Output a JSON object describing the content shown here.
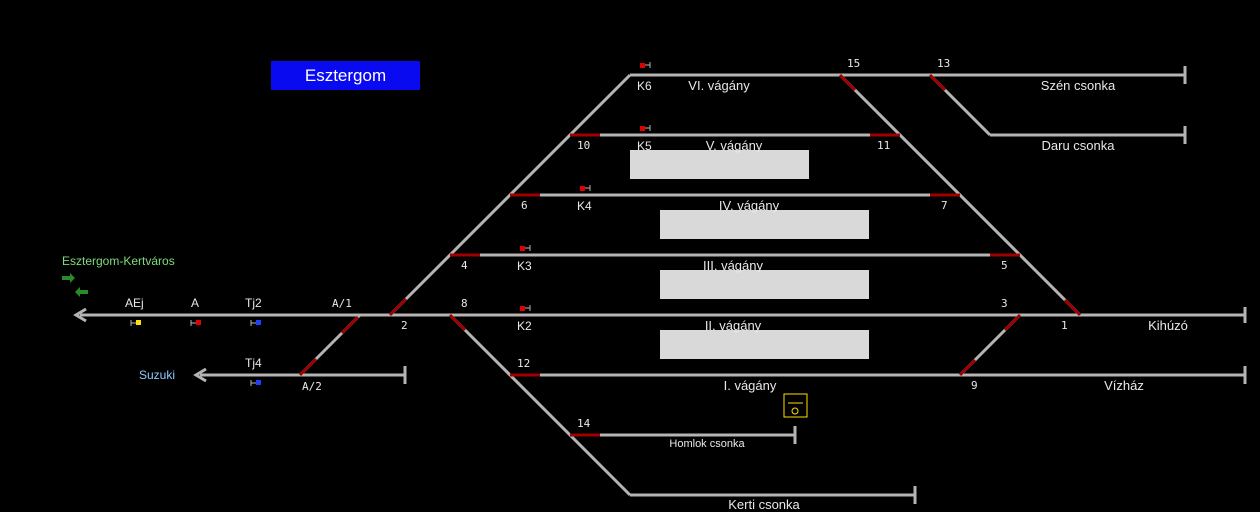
{
  "station": {
    "name": "Esztergom",
    "color": "#0a0af0"
  },
  "directions": {
    "kertvaros": "Esztergom-Kertváros",
    "suzuki": "Suzuki"
  },
  "signals": {
    "aej": "AEj",
    "a": "A",
    "tj2": "Tj2",
    "tj4": "Tj4",
    "k2": "K2",
    "k3": "K3",
    "k4": "K4",
    "k5": "K5",
    "k6": "K6"
  },
  "switches": {
    "a1": "A/1",
    "a2": "A/2",
    "s1": "1",
    "s2": "2",
    "s3": "3",
    "s4": "4",
    "s5": "5",
    "s6": "6",
    "s7": "7",
    "s8": "8",
    "s9": "9",
    "s10": "10",
    "s11": "11",
    "s12": "12",
    "s13": "13",
    "s14": "14",
    "s15": "15"
  },
  "tracks": {
    "t1": "I. vágány",
    "t2": "II. vágány",
    "t3": "III. vágány",
    "t4": "IV. vágány",
    "t5": "V. vágány",
    "t6": "VI. vágány",
    "szen": "Szén csonka",
    "daru": "Daru csonka",
    "kihuzo": "Kihúzó",
    "vizhaz": "Vízház",
    "homlok": "Homlok csonka",
    "kerti": "Kerti csonka"
  },
  "colors": {
    "track": "#b4b4b4",
    "switch_occupied": "#a00000",
    "signal_red": "#e00000",
    "signal_yellow": "#ffe000",
    "signal_blue": "#2040ff",
    "arrow_green": "#2a8a2a"
  }
}
